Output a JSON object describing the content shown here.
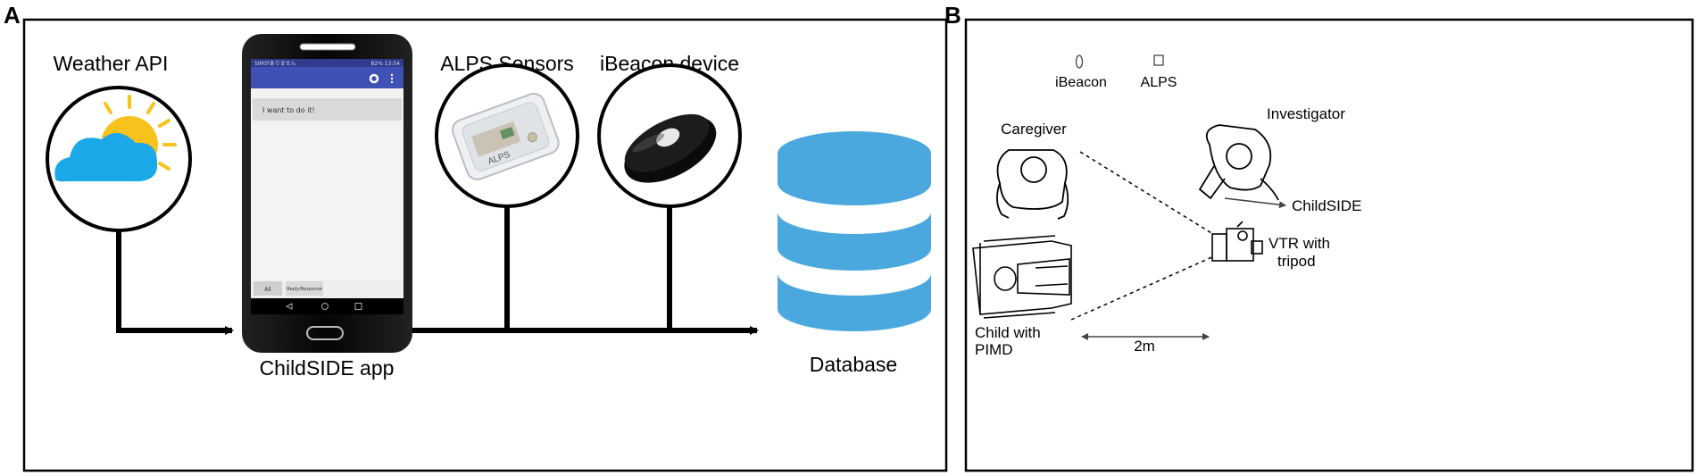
{
  "panel_a": {
    "letter": "A",
    "weather_label": "Weather API",
    "alps_label": "ALPS Sensors",
    "ibeacon_label": "iBeacon device",
    "app_label": "ChildSIDE app",
    "database_label": "Database",
    "phone": {
      "status_left": "SIMがありません",
      "status_right": "82% 13:54",
      "message": "I want to do it!",
      "tab_all": "All",
      "tab_reply": "Reply/Response"
    },
    "alps_device_text": "ALPS"
  },
  "panel_b": {
    "letter": "B",
    "legend_ibeacon": "iBeacon",
    "legend_alps": "ALPS",
    "caregiver": "Caregiver",
    "investigator": "Investigator",
    "childside": "ChildSIDE",
    "vtr_line1": "VTR with",
    "vtr_line2": "tripod",
    "child_line1": "Child with",
    "child_line2": "PIMD",
    "distance": "2m"
  },
  "colors": {
    "phone_header": "#3f51b5",
    "database": "#4aa8de",
    "sun": "#f8c21c",
    "cloud": "#1aa8e6"
  }
}
